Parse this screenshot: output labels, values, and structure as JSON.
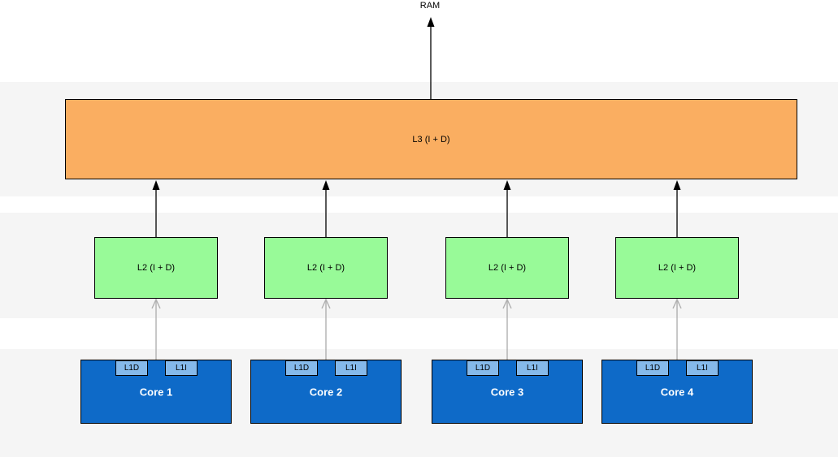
{
  "nodes": {
    "ram": {
      "label": "RAM"
    },
    "l3": {
      "label": "L3 (I + D)"
    },
    "l2": [
      {
        "label": "L2 (I + D)"
      },
      {
        "label": "L2 (I + D)"
      },
      {
        "label": "L2 (I + D)"
      },
      {
        "label": "L2 (I + D)"
      }
    ],
    "cores": [
      {
        "label": "Core 1",
        "l1d": "L1D",
        "l1i": "L1I"
      },
      {
        "label": "Core 2",
        "l1d": "L1D",
        "l1i": "L1I"
      },
      {
        "label": "Core 3",
        "l1d": "L1D",
        "l1i": "L1I"
      },
      {
        "label": "Core 4",
        "l1d": "L1D",
        "l1i": "L1I"
      }
    ]
  },
  "colors": {
    "band": "#F5F5F5",
    "l3_fill": "#FAAE61",
    "l2_fill": "#98FA98",
    "core_fill": "#0E6AC8",
    "l1_fill": "#85B9EA",
    "border": "#000000",
    "arrow_primary": "#000000",
    "arrow_secondary": "#B0B0B0",
    "core_text": "#FFFFFF",
    "text": "#000000"
  }
}
